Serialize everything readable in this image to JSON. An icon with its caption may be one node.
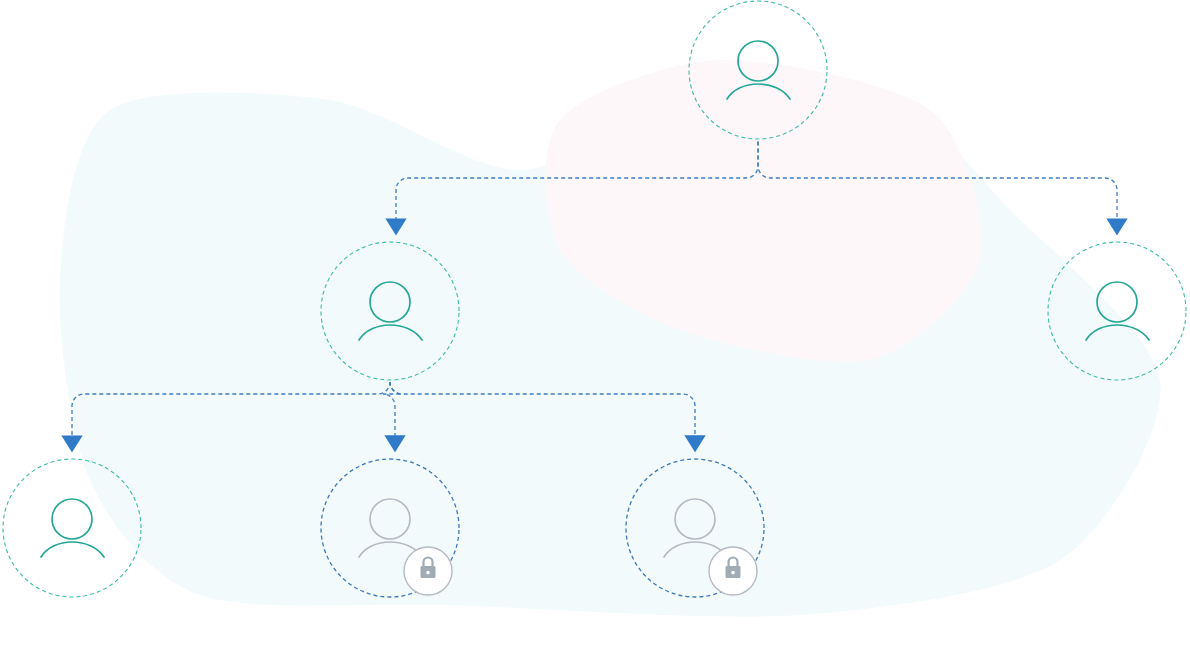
{
  "diagram": {
    "nodes": [
      {
        "text": [],
        "shape": "circle"
      },
      {
        "text": [],
        "shape": "circle"
      },
      {
        "text": [],
        "shape": "circle"
      },
      {
        "text": [],
        "shape": "circle"
      },
      {
        "text": [],
        "shape": "circle"
      },
      {
        "text": [],
        "shape": "circle"
      }
    ],
    "edges": [
      {
        "from": 0,
        "to": 1,
        "arrow": "to",
        "style": "dashed"
      },
      {
        "from": 0,
        "to": 2,
        "arrow": "to",
        "style": "dashed"
      },
      {
        "from": 1,
        "to": 3,
        "arrow": "to",
        "style": "dashed"
      },
      {
        "from": 1,
        "to": 4,
        "arrow": "to",
        "style": "dashed"
      },
      {
        "from": 1,
        "to": 5,
        "arrow": "to",
        "style": "dashed"
      }
    ]
  }
}
